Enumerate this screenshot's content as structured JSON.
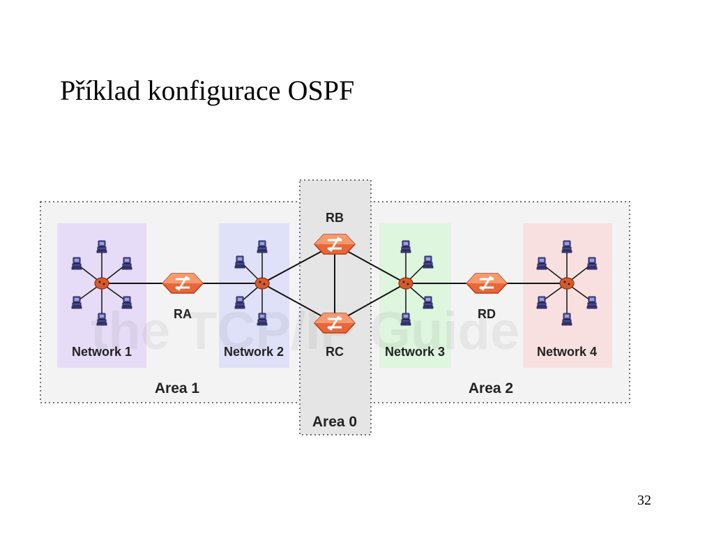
{
  "slide": {
    "title": "Příklad konfigurace OSPF",
    "page_number": "32"
  },
  "diagram": {
    "watermark": "the TCP/IP Guide",
    "areas": [
      {
        "id": "area1",
        "label": "Area 1"
      },
      {
        "id": "area0",
        "label": "Area 0"
      },
      {
        "id": "area2",
        "label": "Area 2"
      }
    ],
    "networks": [
      {
        "id": "net1",
        "label": "Network 1",
        "color": "#e6dcf7"
      },
      {
        "id": "net2",
        "label": "Network 2",
        "color": "#dfe1f8"
      },
      {
        "id": "net3",
        "label": "Network 3",
        "color": "#def5de"
      },
      {
        "id": "net4",
        "label": "Network 4",
        "color": "#f9e0e0"
      }
    ],
    "routers": [
      {
        "id": "RA",
        "label": "RA"
      },
      {
        "id": "RB",
        "label": "RB"
      },
      {
        "id": "RC",
        "label": "RC"
      },
      {
        "id": "RD",
        "label": "RD"
      }
    ],
    "colors": {
      "router": "#e8673a",
      "hub": "#d65a2c",
      "host": "#5a5aa6",
      "area_fill": "#f3f3f3",
      "backbone_fill": "#e5e5e5"
    }
  }
}
